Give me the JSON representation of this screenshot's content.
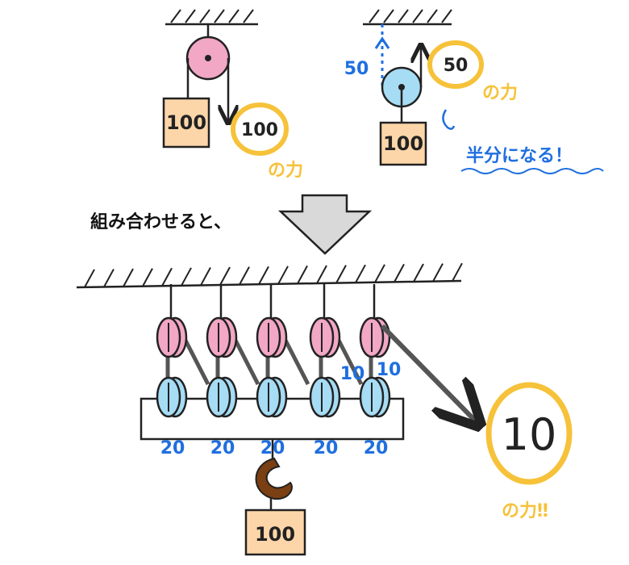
{
  "top_left": {
    "weight_label": "100",
    "force_label": "100",
    "force_suffix": "の力"
  },
  "top_right": {
    "weight_label": "100",
    "left_force": "50",
    "right_force": "50",
    "force_suffix": "の力",
    "note": "半分になる！"
  },
  "transition_text": "組み合わせると、",
  "combined": {
    "segment_labels": [
      "20",
      "20",
      "20",
      "20",
      "20"
    ],
    "last_pulley_labels": [
      "10",
      "10"
    ],
    "weight_label": "100",
    "result_force": "10",
    "result_suffix": "の力‼"
  },
  "colors": {
    "fixed_pulley": "#f2a7c4",
    "movable_pulley": "#a6dcf4",
    "weight_box": "#fcd6a9",
    "highlight": "#f6c23a",
    "blue_text": "#1f6fe0",
    "hook": "#7a3f12"
  }
}
